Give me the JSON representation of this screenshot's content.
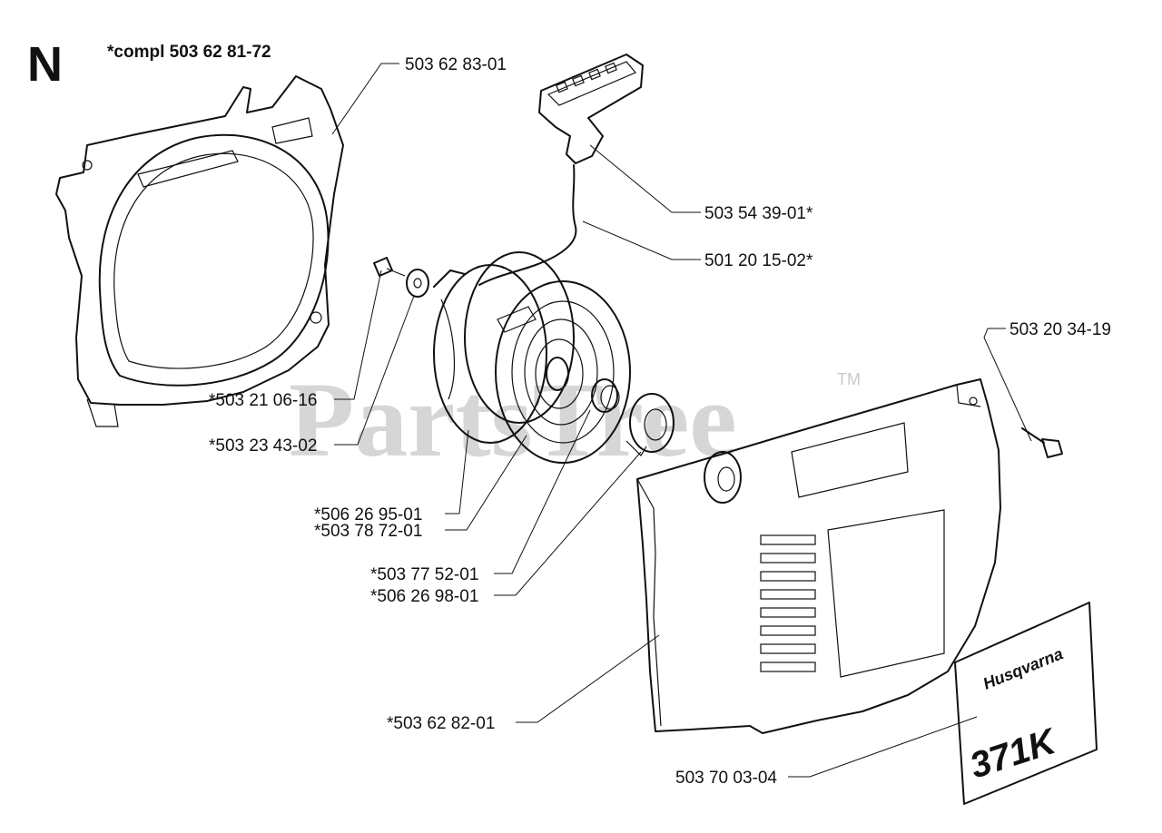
{
  "section_letter": "N",
  "assembly_note": "*compl 503 62 81-72",
  "watermark": {
    "text": "PartsTree",
    "tm": "TM"
  },
  "decal": {
    "brand": "Husqvarna",
    "model": "371K"
  },
  "part_labels": {
    "fan_housing": "503 62 83-01",
    "starter_handle": "503 54 39-01*",
    "starter_cord": "501 20 15-02*",
    "cover_screw": "503 20 34-19",
    "pulley_screw": "*503 21 06-16",
    "washer": "*503 23 43-02",
    "rope_pulley": "*506 26 95-01",
    "recoil_spring": "*503 78 72-01",
    "spacer": "*503 77 52-01",
    "bushing": "*506 26 98-01",
    "starter_cover": "*503 62 82-01",
    "decal_label": "503 70 03-04"
  }
}
